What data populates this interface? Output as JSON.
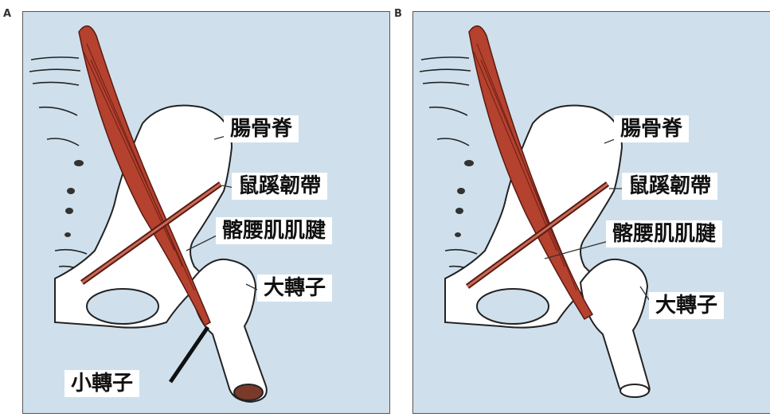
{
  "panel_a": {
    "letter": "A",
    "labels": {
      "iliac_crest": "腸骨脊",
      "inguinal_ligament": "鼠蹊韌帶",
      "iliopsoas_tendon": "髂腰肌肌腱",
      "greater_trochanter": "大轉子",
      "lesser_trochanter": "小轉子"
    }
  },
  "panel_b": {
    "letter": "B",
    "labels": {
      "iliac_crest": "腸骨脊",
      "inguinal_ligament": "鼠蹊韌帶",
      "iliopsoas_tendon": "髂腰肌肌腱",
      "greater_trochanter": "大轉子"
    }
  },
  "colors": {
    "background": "#cfe0ec",
    "muscle": "#b5412f",
    "bone": "#ffffff"
  }
}
